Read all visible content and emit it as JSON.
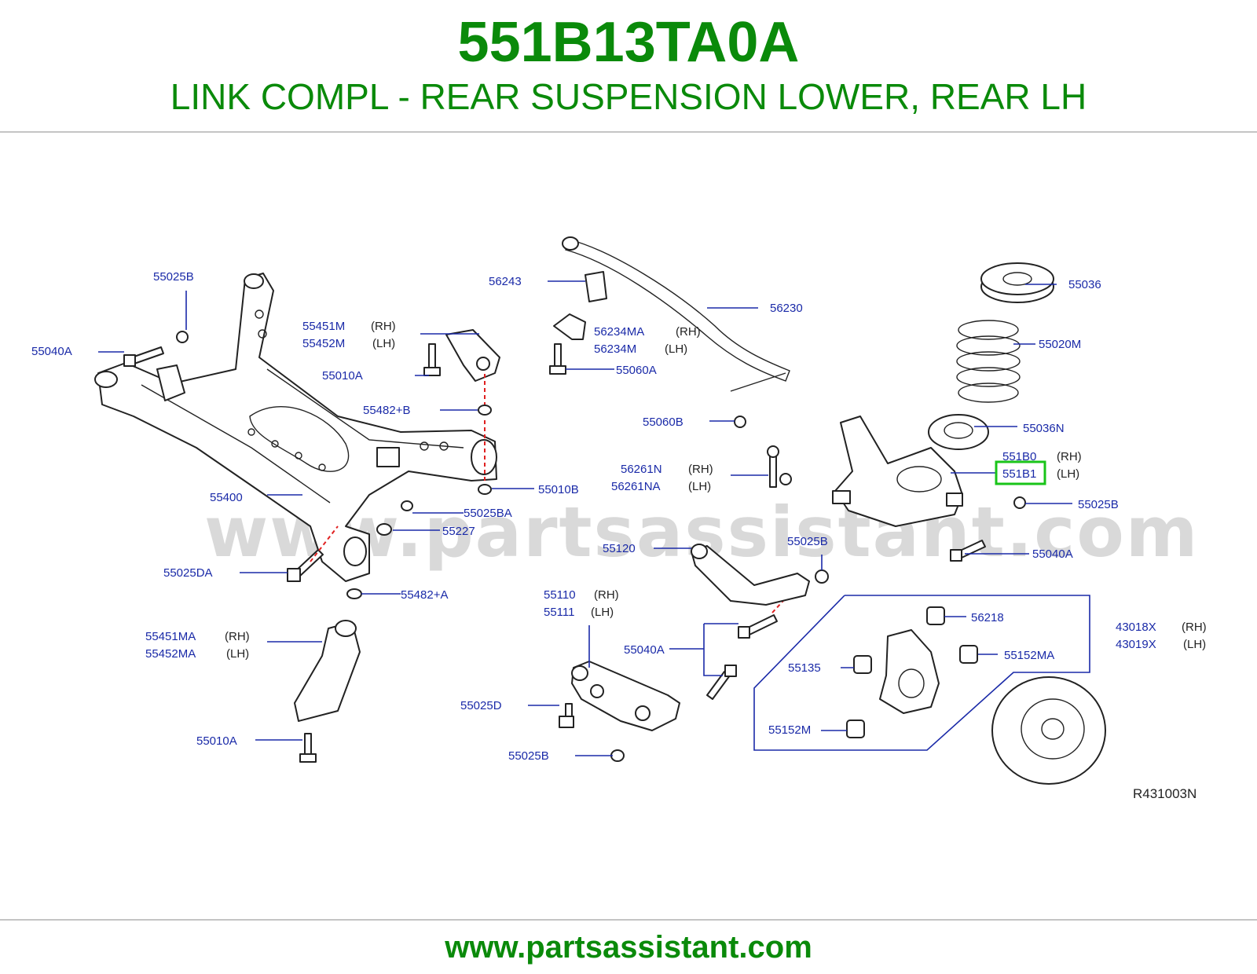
{
  "header": {
    "part_number": "551B13TA0A",
    "description": "LINK COMPL - REAR SUSPENSION LOWER, REAR LH"
  },
  "watermark": "www.partsassistant.com",
  "footer": {
    "url": "www.partsassistant.com"
  },
  "diagram": {
    "reference_code": "R431003N",
    "highlighted_part": "551B1",
    "callouts": [
      {
        "code": "55025B"
      },
      {
        "code": "55040A"
      },
      {
        "code": "55451M",
        "side": "(RH)"
      },
      {
        "code": "55452M",
        "side": "(LH)"
      },
      {
        "code": "55010A"
      },
      {
        "code": "55482+B"
      },
      {
        "code": "55010B"
      },
      {
        "code": "55400"
      },
      {
        "code": "55025BA"
      },
      {
        "code": "55227"
      },
      {
        "code": "55025DA"
      },
      {
        "code": "55482+A"
      },
      {
        "code": "55451MA",
        "side": "(RH)"
      },
      {
        "code": "55452MA",
        "side": "(LH)"
      },
      {
        "code": "55010A"
      },
      {
        "code": "56243"
      },
      {
        "code": "56230"
      },
      {
        "code": "56234MA",
        "side": "(RH)"
      },
      {
        "code": "56234M",
        "side": "(LH)"
      },
      {
        "code": "55060A"
      },
      {
        "code": "55060B"
      },
      {
        "code": "56261N",
        "side": "(RH)"
      },
      {
        "code": "56261NA",
        "side": "(LH)"
      },
      {
        "code": "55120"
      },
      {
        "code": "55025B"
      },
      {
        "code": "55110",
        "side": "(RH)"
      },
      {
        "code": "55111",
        "side": "(LH)"
      },
      {
        "code": "55040A"
      },
      {
        "code": "55025D"
      },
      {
        "code": "55025B"
      },
      {
        "code": "55036"
      },
      {
        "code": "55020M"
      },
      {
        "code": "55036N"
      },
      {
        "code": "551B0",
        "side": "(RH)"
      },
      {
        "code": "551B1",
        "side": "(LH)"
      },
      {
        "code": "55025B"
      },
      {
        "code": "55040A"
      },
      {
        "code": "56218"
      },
      {
        "code": "43018X",
        "side": "(RH)"
      },
      {
        "code": "43019X",
        "side": "(LH)"
      },
      {
        "code": "55135"
      },
      {
        "code": "55152MA"
      },
      {
        "code": "55152M"
      }
    ]
  }
}
